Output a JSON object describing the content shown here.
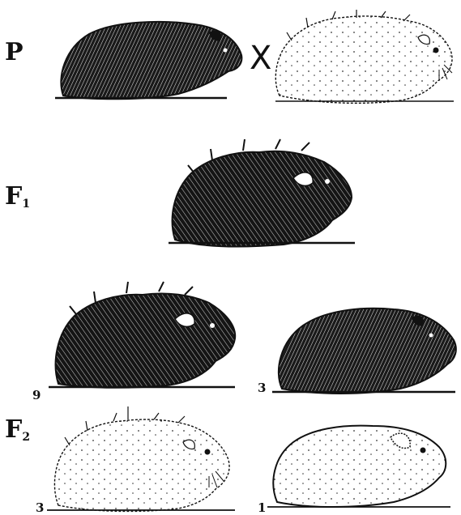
{
  "generations": {
    "p": {
      "label": "P",
      "sub": ""
    },
    "f1": {
      "label": "F",
      "sub": "1"
    },
    "f2": {
      "label": "F",
      "sub": "2"
    }
  },
  "cross_symbol": "X",
  "f2_counts": {
    "rough_black": "9",
    "smooth_black": "3",
    "rough_white": "3",
    "smooth_white": "1"
  },
  "colors": {
    "ink": "#111111",
    "paper": "#ffffff"
  }
}
